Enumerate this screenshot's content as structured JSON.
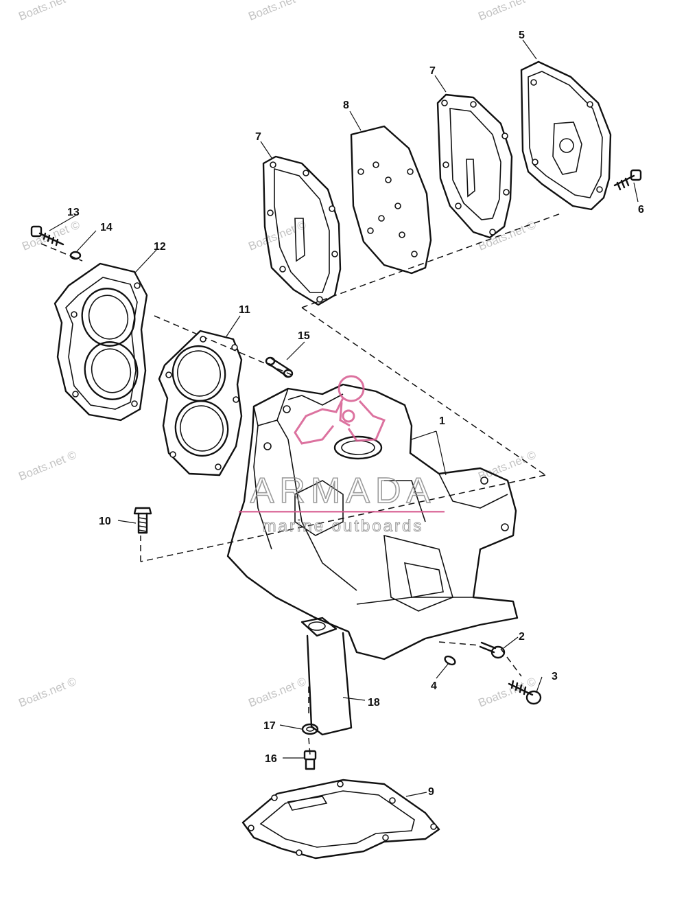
{
  "watermark": {
    "text": "Boats.net ©"
  },
  "logo": {
    "brand": "ARMADA",
    "tagline": "marine outboards",
    "colors": {
      "pink": "#d65a8f",
      "gray": "#8a8a8a"
    }
  },
  "callouts": {
    "c1": "1",
    "c2": "2",
    "c3": "3",
    "c4": "4",
    "c5": "5",
    "c6": "6",
    "c7a": "7",
    "c7b": "7",
    "c8": "8",
    "c9": "9",
    "c10": "10",
    "c11": "11",
    "c12": "12",
    "c13": "13",
    "c14": "14",
    "c15": "15",
    "c16": "16",
    "c17": "17",
    "c18": "18"
  }
}
